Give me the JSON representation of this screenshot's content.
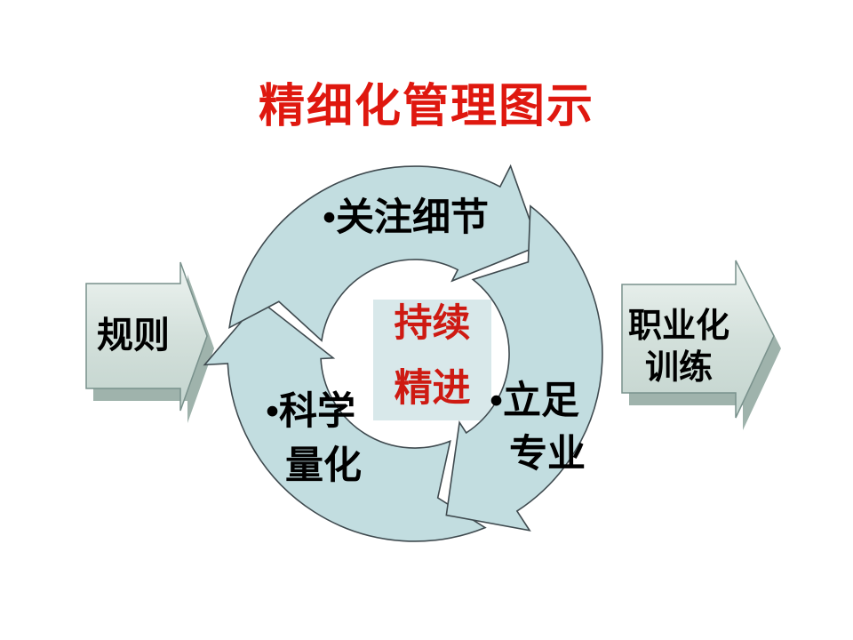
{
  "title": "精细化管理图示",
  "colors": {
    "title": "#df180f",
    "center_text": "#ce1a12",
    "ring_fill": "#c2dde0",
    "ring_stroke": "#3f4a4f",
    "box_fill": "#d8e8ea",
    "arrow_fill_top": "#eef4f1",
    "arrow_fill_mid": "#d3e0db",
    "arrow_fill_bottom": "#c3d4ce",
    "arrow_shadow": "#9fb3ac",
    "arrow_stroke": "#79918c",
    "label_text": "#000000"
  },
  "cycle": {
    "labels": {
      "focus_details": {
        "line1": "•关注细节"
      },
      "scientific_quantification": {
        "line1": "•科学",
        "line2": "量化"
      },
      "professional_base": {
        "line1": "•立足",
        "line2": "专业"
      }
    },
    "center": {
      "line1": "持续",
      "line2": "精进"
    }
  },
  "arrows": {
    "left": {
      "label": "规则"
    },
    "right": {
      "line1": "职业化",
      "line2": "训练"
    }
  }
}
